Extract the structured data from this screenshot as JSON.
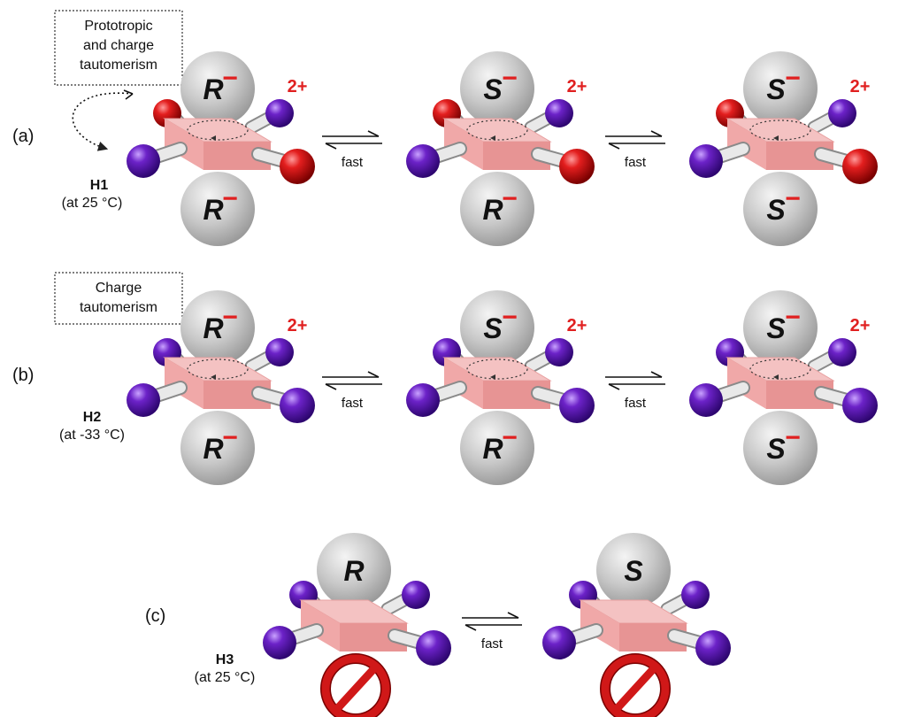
{
  "rows": [
    {
      "id": "a",
      "label": "(a)",
      "box_lines": [
        "Prototropic",
        "and charge",
        "tautomerism"
      ],
      "host": "H1",
      "temperature": "(at 25 °C)",
      "charge": "2+",
      "arrow_label": "fast",
      "molecules": [
        {
          "top": "R",
          "bottom": "R",
          "charge_sign": "−",
          "balls": [
            "red",
            "purple",
            "purple",
            "red"
          ]
        },
        {
          "top": "S",
          "bottom": "R",
          "charge_sign": "−",
          "balls": [
            "red",
            "purple",
            "purple",
            "red"
          ]
        },
        {
          "top": "S",
          "bottom": "S",
          "charge_sign": "−",
          "balls": [
            "red",
            "purple",
            "purple",
            "red"
          ]
        }
      ]
    },
    {
      "id": "b",
      "label": "(b)",
      "box_lines": [
        "Charge",
        "tautomerism"
      ],
      "host": "H2",
      "temperature": "(at -33 °C)",
      "charge": "2+",
      "arrow_label": "fast",
      "molecules": [
        {
          "top": "R",
          "bottom": "R",
          "charge_sign": "−",
          "balls": [
            "purple",
            "purple",
            "purple",
            "purple"
          ]
        },
        {
          "top": "S",
          "bottom": "R",
          "charge_sign": "−",
          "balls": [
            "purple",
            "purple",
            "purple",
            "purple"
          ]
        },
        {
          "top": "S",
          "bottom": "S",
          "charge_sign": "−",
          "balls": [
            "purple",
            "purple",
            "purple",
            "purple"
          ]
        }
      ]
    },
    {
      "id": "c",
      "label": "(c)",
      "host": "H3",
      "temperature": "(at 25 °C)",
      "arrow_label": "fast",
      "molecules": [
        {
          "top": "R",
          "blocked": true,
          "balls": [
            "purple",
            "purple",
            "purple",
            "purple"
          ]
        },
        {
          "top": "S",
          "blocked": true,
          "balls": [
            "purple",
            "purple",
            "purple",
            "purple"
          ]
        }
      ]
    }
  ],
  "colors": {
    "slab_top": "#f4c2c2",
    "slab_front": "#f0a8a8",
    "slab_side": "#e79494",
    "sphere": "#c8c8c8",
    "minus": "#e02020",
    "charge": "#e02020",
    "ball_red": "#d91a1a",
    "ball_purple": "#6a1fc2",
    "prohibit": "#d01818"
  }
}
